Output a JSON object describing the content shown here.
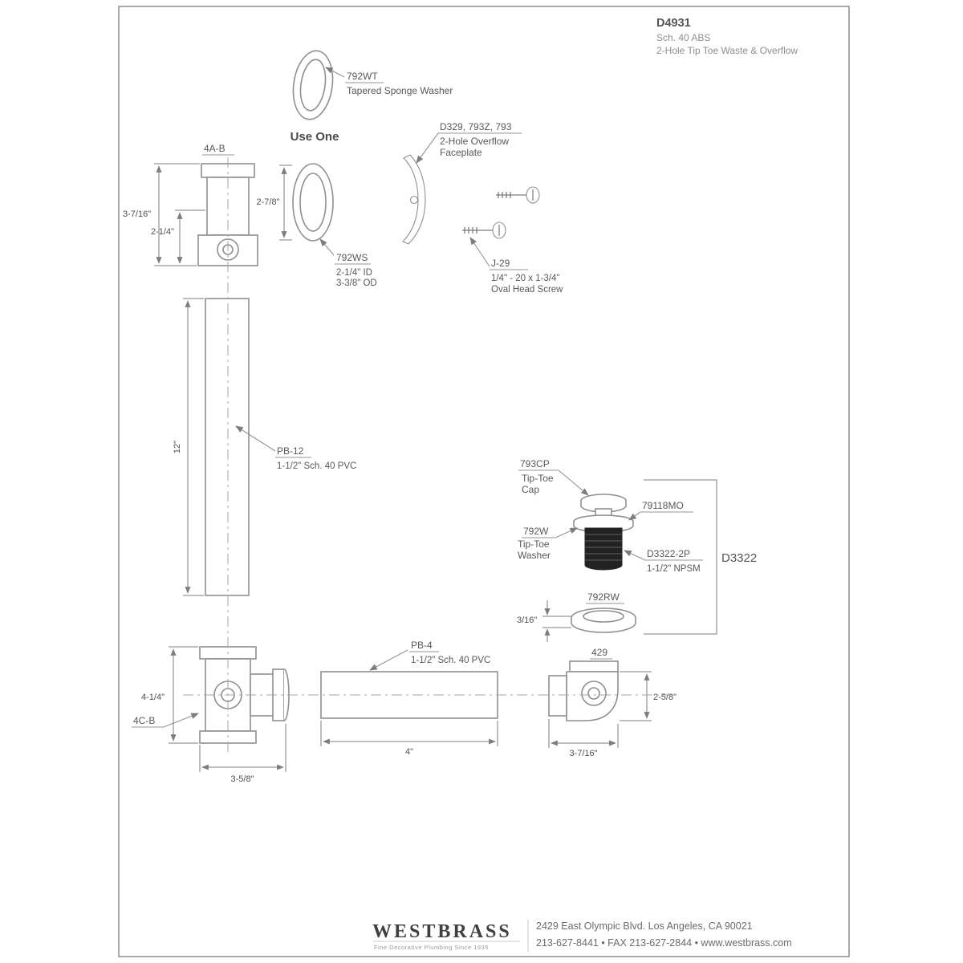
{
  "title_block": {
    "model": "D4931",
    "spec": "Sch. 40 ABS",
    "description": "2-Hole Tip Toe Waste & Overflow"
  },
  "labels": {
    "use_one": "Use One",
    "sponge_washer": {
      "code": "792WT",
      "name": "Tapered Sponge Washer"
    },
    "overflow_elbow": {
      "code": "4A-B",
      "dim_overall": "3-7/16\"",
      "dim_lower": "2-1/4\""
    },
    "overflow_washer": {
      "code": "792WS",
      "dim": "2-7/8\"",
      "inner": "2-1/4\" ID",
      "outer": "3-3/8\" OD"
    },
    "faceplate": {
      "codes": "D329, 793Z, 793",
      "name_line1": "2-Hole Overflow",
      "name_line2": "Faceplate"
    },
    "screw": {
      "code": "J-29",
      "spec": "1/4\" - 20 x 1-3/4\"",
      "name": "Oval Head Screw"
    },
    "pipe_12": {
      "code": "PB-12",
      "spec": "1-1/2\" Sch. 40 PVC",
      "dim": "12\""
    },
    "tiptoe_cap": {
      "code": "793CP",
      "name_line1": "Tip-Toe",
      "name_line2": "Cap"
    },
    "stopper": {
      "code": "79118MO"
    },
    "tiptoe_washer": {
      "code": "792W",
      "name_line1": "Tip-Toe",
      "name_line2": "Washer"
    },
    "drain_body": {
      "code": "D3322-2P",
      "spec": "1-1/2\" NPSM"
    },
    "drain_assembly": {
      "code": "D3322"
    },
    "rubber_washer": {
      "code": "792RW",
      "dim": "3/16\""
    },
    "tee": {
      "code": "4C-B",
      "dim_height": "4-1/4\"",
      "dim_width": "3-5/8\""
    },
    "pipe_4": {
      "code": "PB-4",
      "spec": "1-1/2\" Sch. 40 PVC",
      "dim": "4\""
    },
    "waste_elbow": {
      "code": "429",
      "dim_height": "2-5/8\"",
      "dim_width": "3-7/16\""
    }
  },
  "footer": {
    "brand": "WESTBRASS",
    "tagline": "Fine Decorative Plumbing Since 1935",
    "address": "2429 East Olympic Blvd. Los Angeles, CA  90021",
    "contact": "213-627-8441 • FAX 213-627-2844 • www.westbrass.com"
  }
}
